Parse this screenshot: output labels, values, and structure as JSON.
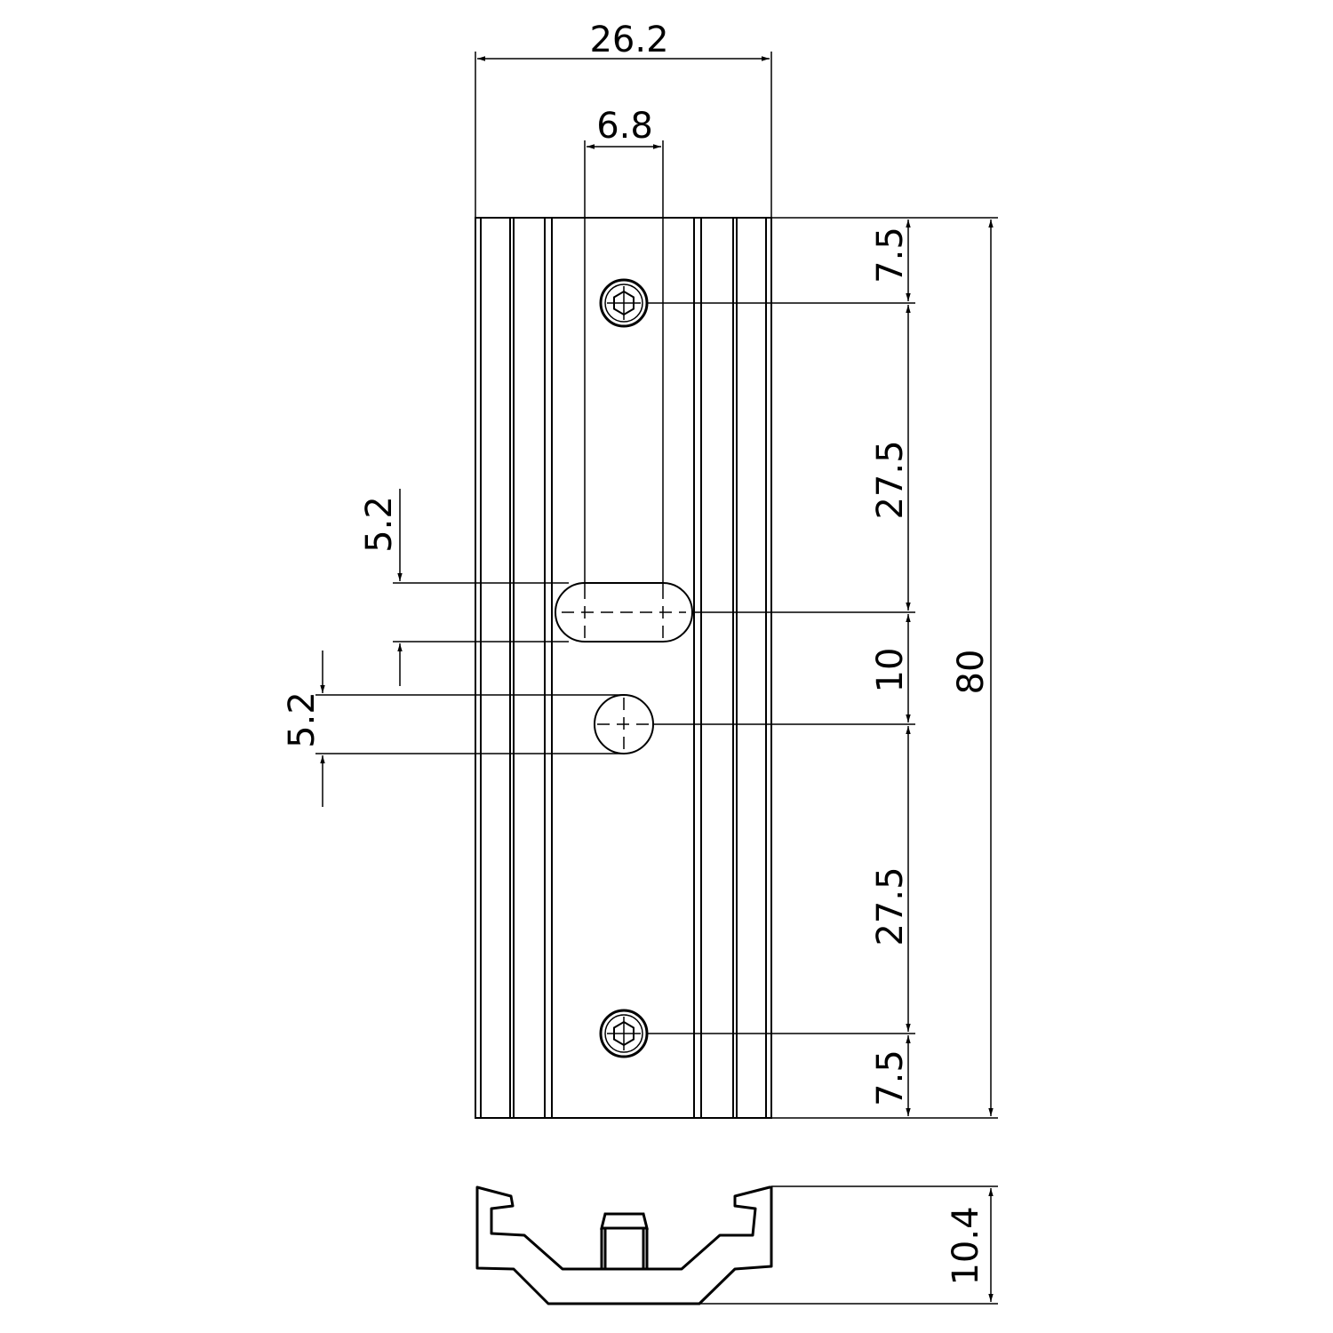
{
  "dimensions": {
    "overall_width": "26.2",
    "slot_width": "6.8",
    "top_offset": "7.5",
    "upper_spacing": "27.5",
    "hole_spacing": "10",
    "lower_spacing": "27.5",
    "bottom_offset": "7.5",
    "overall_length": "80",
    "slot_height": "5.2",
    "hole_diameter": "5.2",
    "profile_height": "10.4"
  }
}
